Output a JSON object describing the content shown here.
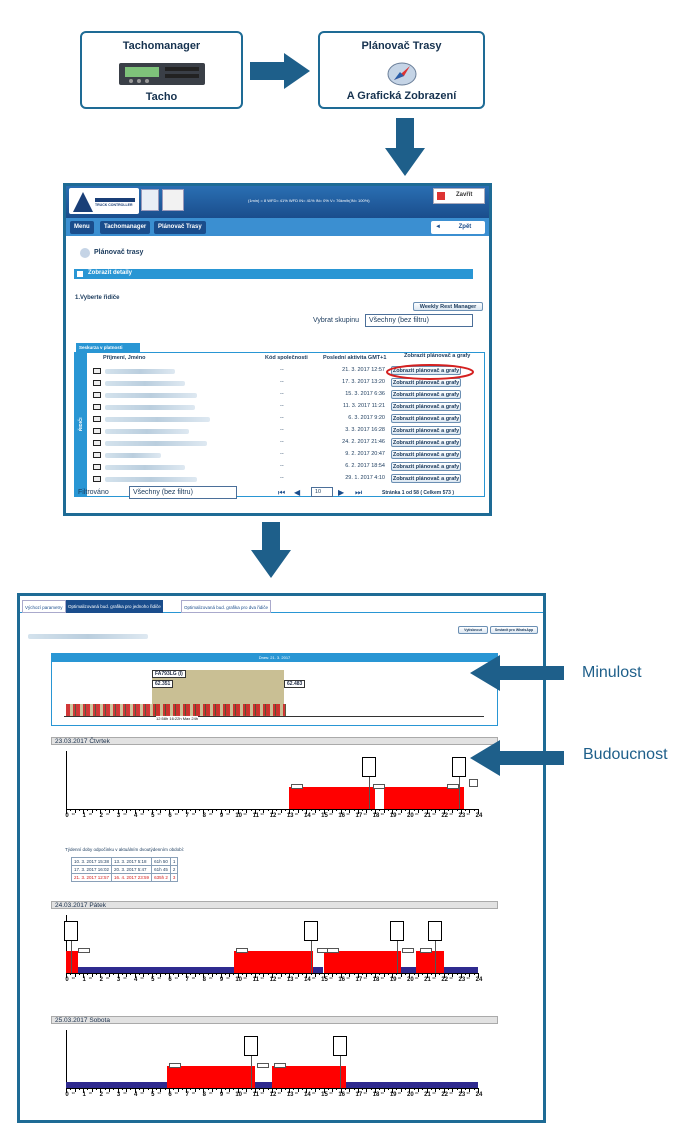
{
  "top_flow": {
    "box1": {
      "title": "Tachomanager",
      "subtitle": "Tacho"
    },
    "box2": {
      "title": "Plánovač Trasy",
      "subtitle": "A Grafická Zobrazení"
    }
  },
  "app": {
    "header": {
      "logo_text": "TRUCK CONTROLLER",
      "status_text": "(1min)   = 8   WFD= 41%   WFD IN= 41%   IN= 0%   V= 76km/h(IN= 100%)",
      "close_label": "Zavřít",
      "back_label": "Zpět"
    },
    "nav": [
      "Menu",
      "Tachomanager",
      "Plánovač Trasy"
    ],
    "page_title": "Plánovač trasy",
    "details_label": "Zobrazit detaily",
    "step_label": "1.Vyberte řidiče",
    "weekly_rest_button": "Weekly Rest Manager",
    "group_label": "Vybrat skupinu",
    "group_value": "Všechny (bez filtru)",
    "tab_label": "Seskurza v platnosti",
    "side_label": "ŘIDIČI",
    "columns": [
      "Příjmení, Jméno",
      "Kód společnosti",
      "Poslední aktivita GMT+1",
      "Zobrazit plánovač a grafy"
    ],
    "rows": [
      {
        "code": "--",
        "date": "21. 3. 2017 12:57",
        "button": "Zobrazit plánovač a grafy"
      },
      {
        "code": "--",
        "date": "17. 3. 2017 13:20",
        "button": "Zobrazit plánovač a grafy"
      },
      {
        "code": "--",
        "date": "15. 3. 2017 6:36",
        "button": "Zobrazit plánovač a grafy"
      },
      {
        "code": "--",
        "date": "11. 3. 2017 11:21",
        "button": "Zobrazit plánovač a grafy"
      },
      {
        "code": "--",
        "date": "6. 3. 2017 9:20",
        "button": "Zobrazit plánovač a grafy"
      },
      {
        "code": "--",
        "date": "3. 3. 2017 16:28",
        "button": "Zobrazit plánovač a grafy"
      },
      {
        "code": "--",
        "date": "24. 2. 2017 21:46",
        "button": "Zobrazit plánovač a grafy"
      },
      {
        "code": "--",
        "date": "9. 2. 2017 20:47",
        "button": "Zobrazit plánovač a grafy"
      },
      {
        "code": "--",
        "date": "6. 2. 2017 18:54",
        "button": "Zobrazit plánovač a grafy"
      },
      {
        "code": "--",
        "date": "29. 1. 2017 4:10",
        "button": "Zobrazit plánovač a grafy"
      }
    ],
    "filter_label": "Filtrováno",
    "filter_value": "Všechny (bez filtru)",
    "page_size": "10",
    "pagination": "Stránka 1   od   58   ( Celkem 573 )"
  },
  "planner": {
    "tabs": [
      "Výchozí parametry",
      "Optimalizovaná bud. grafika pro jednoho řidiče",
      "Optimalizovaná bud. grafika pro dva řidiče"
    ],
    "btn_print": "Vytisknout",
    "btn_whatsapp": "Sestavit pro WhatsApp",
    "past_header": "Dnes: 21. 3. 2017",
    "past_plate": "FA793LG (I)",
    "past_value_left": "62.351",
    "past_value_right": "62.483",
    "past_timestamps": "12:58h   16:22h   Max 24h",
    "legend_past": "Minulost",
    "legend_future": "Budoucnost",
    "days": [
      {
        "label": "23.03.2017 Čtvrtek"
      },
      {
        "label": "24.03.2017 Pátek"
      },
      {
        "label": "25.03.2017 Sobota"
      }
    ],
    "rest_title": "Týdenní doby odpočinku v aktuálním dvoutýdenním období:",
    "rest_rows": [
      [
        "10. 3. 2017 15:38",
        "13. 3. 2017 5:18",
        "61h 50",
        "1"
      ],
      [
        "17. 3. 2017 16:02",
        "20. 3. 2017 5:47",
        "61h 45",
        "2"
      ],
      [
        "21. 3. 2017 12:57",
        "16. 4. 2017 23:59",
        "635h 2",
        "3"
      ]
    ],
    "hours": [
      "0",
      "1",
      "2",
      "3",
      "4",
      "5",
      "6",
      "7",
      "8",
      "9",
      "10",
      "11",
      "12",
      "13",
      "14",
      "15",
      "16",
      "17",
      "18",
      "19",
      "20",
      "21",
      "22",
      "23",
      "24"
    ],
    "half_mark": "30"
  }
}
